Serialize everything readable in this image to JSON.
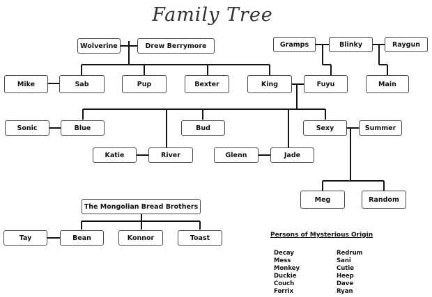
{
  "title": "Family Tree",
  "nodes": {
    "wolverine": "Wolverine",
    "drew": "Drew Berrymore",
    "gramps": "Gramps",
    "blinky": "Blinky",
    "raygun": "Raygun",
    "mike": "Mike",
    "sab": "Sab",
    "pup": "Pup",
    "bexter": "Bexter",
    "king": "King",
    "fuyu": "Fuyu",
    "main": "Main",
    "sonic": "Sonic",
    "blue": "Blue",
    "bud": "Bud",
    "sexy": "Sexy",
    "summer": "Summer",
    "katie": "Katie",
    "river": "River",
    "glenn": "Glenn",
    "jade": "Jade",
    "meg": "Meg",
    "random": "Random",
    "mongolian": "The Mongolian Bread Brothers",
    "tay": "Tay",
    "bean": "Bean",
    "konnor": "Konnor",
    "toast": "Toast"
  },
  "mysterious": {
    "heading": "Persons of Mysterious Origin",
    "left": [
      "Decay",
      "Mess",
      "Monkey",
      "Duckie",
      "Couch",
      "Forrix"
    ],
    "right": [
      "Redrum",
      "Sani",
      "Cutie",
      "Heep",
      "Dave",
      "Ryan"
    ]
  }
}
